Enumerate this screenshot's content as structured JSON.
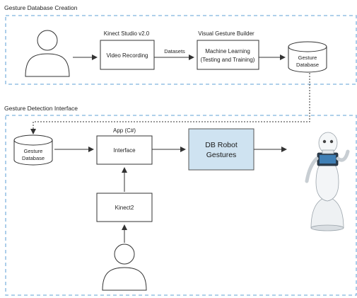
{
  "sections": {
    "creation_title": "Gesture Database Creation",
    "detection_title": "Gesture Detection Interface"
  },
  "top": {
    "kinect_studio": "Kinect Studio v2.0",
    "video_recording": "Video Recording",
    "datasets": "Datasets",
    "vgb_title": "Visual Gesture Builder",
    "ml_line1": "Machine Learning",
    "ml_line2": "(Testing and Training)",
    "db_line1": "Gesture",
    "db_line2": "Database"
  },
  "bottom": {
    "db_line1": "Gesture",
    "db_line2": "Database",
    "app_title": "App (C#)",
    "interface": "Interface",
    "robot_line1": "DB Robot",
    "robot_line2": "Gestures",
    "kinect2": "Kinect2"
  },
  "colors": {
    "dashed_border": "#7fb3de",
    "robot_box_fill": "#cfe3f1",
    "line": "#333333"
  },
  "icons": [
    "person-icon",
    "person-icon",
    "database-icon",
    "database-icon",
    "pepper-robot-icon"
  ]
}
